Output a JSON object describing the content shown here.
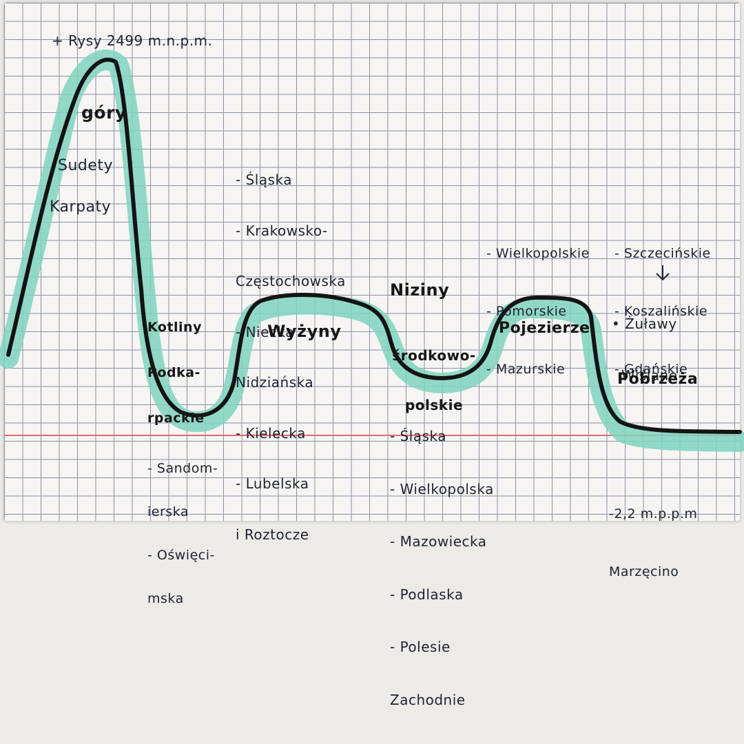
{
  "peak_label": "+ Rysy 2499 m.n.p.m.",
  "mountains": {
    "title": "góry",
    "ranges": [
      "Sudety",
      "Karpaty"
    ]
  },
  "highlands": {
    "title": "Wyżyny",
    "items": [
      "- Śląska",
      "- Krakowsko-",
      "Częstochowska",
      "- Niecka",
      "Nidziańska",
      "- Kielecka",
      "- Lubelska",
      "i Roztocze"
    ]
  },
  "basins": {
    "title_lines": [
      "Kotliny",
      "Podka-",
      "rpackie"
    ],
    "items": [
      "- Sandom-",
      "ierska",
      "- Oświęci-",
      "mska"
    ]
  },
  "lowlands": {
    "title": "Niziny",
    "title2_lines": [
      "środkowo-",
      "polskie"
    ],
    "items": [
      "- Śląska",
      "- Wielkopolska",
      "- Mazowiecka",
      "- Podlaska",
      "- Polesie",
      "Zachodnie"
    ]
  },
  "lakelands": {
    "title": "Pojezierze",
    "items_a": [
      "- Wielkopolskie",
      "- Pomorskie",
      "- Mazurskie"
    ],
    "items_b": [
      "- Szczecińskie",
      "- Koszalińskie",
      "- Gdańskie"
    ],
    "arrow": "↓",
    "subitem_lines": [
      "• Żuławy",
      "Wiślane"
    ]
  },
  "coast": {
    "title": "Pobrzeża",
    "low_point": [
      "-2,2 m.p.p.m",
      "Marzęcino"
    ]
  },
  "colors": {
    "profile": "#141414",
    "shading": "#7fd3bd",
    "margin_line": "#e06b6b",
    "grid": "#8a8fa3"
  }
}
